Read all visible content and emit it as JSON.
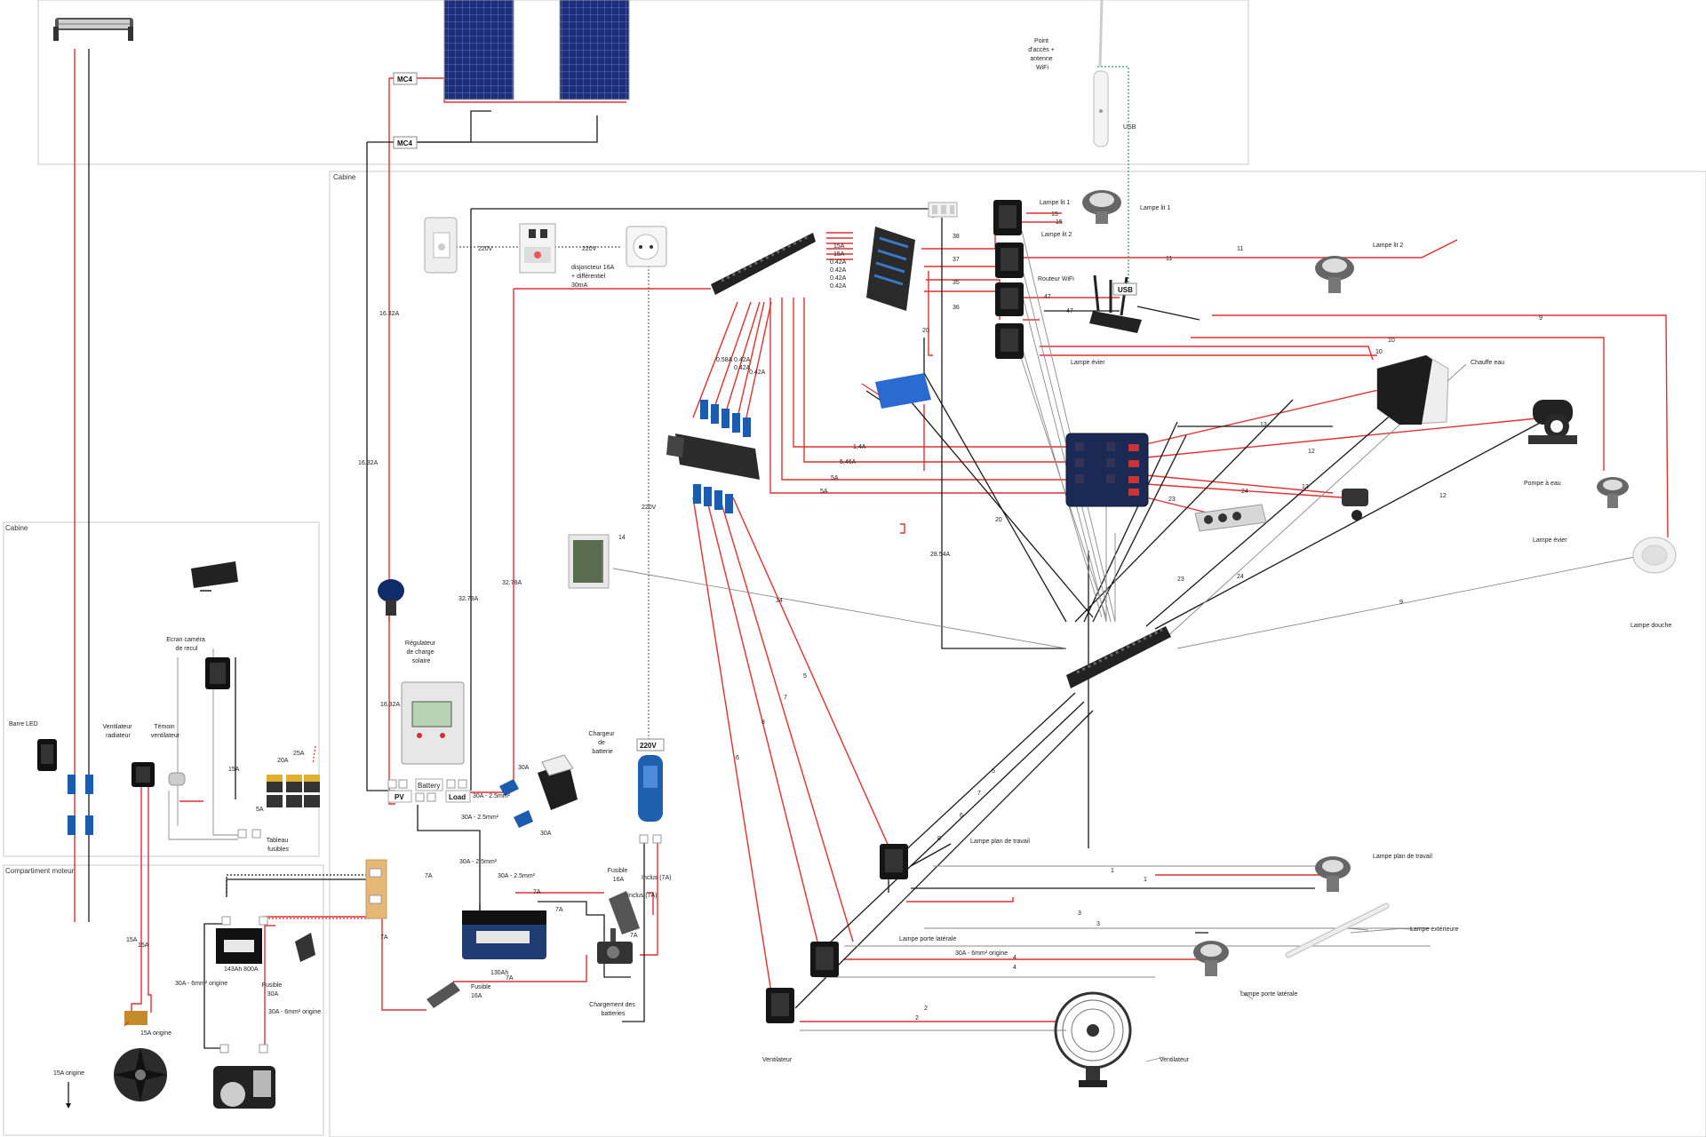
{
  "zones": {
    "cabine_main": "Cabine",
    "cabine_left": "Cabine",
    "engine": "Compartiment moteur"
  },
  "tags": {
    "mc4_top": "MC4",
    "mc4_bottom": "MC4",
    "usb": "USB",
    "usb_link": "USB",
    "v220_charger": "220V",
    "pv": "PV",
    "battery": "Battery",
    "load": "Load"
  },
  "labels": {
    "wifi_ap": [
      "Point",
      "d'accès +",
      "antenne",
      "WiFi"
    ],
    "breaker": [
      "disjoncteur 16A",
      "+ différentiel",
      "30mA"
    ],
    "v220_a": "220V",
    "v220_b": "220V",
    "regulator": [
      "Régulateur",
      "de charge",
      "solaire"
    ],
    "charger": [
      "Chargeur",
      "de",
      "batterie"
    ],
    "lampe_lit1": "Lampe lit 1",
    "lampe_lit1_b": "Lampe lit 1",
    "lampe_lit2": "Lampe lit 2",
    "lampe_lit2_b": "Lampe lit 2",
    "routeur": "Routeur WiFi",
    "lampe_evier": "Lampe évier",
    "lampe_evier_b": "Lampe évier",
    "chauffe_eau": "Chauffe eau",
    "pompe": "Pompe à eau",
    "lampe_douche": "Lampe douche",
    "lampe_plan1": "Lampe plan de travail",
    "lampe_plan2": "Lampe plan de travail",
    "lampe_ext": "Lampe extérieure",
    "lampe_porte1": "Lampe porte latérale",
    "lampe_porte2": "Lampe porte latérale",
    "ventilateur1": "Ventilateur",
    "ventilateur2": "Ventilateur",
    "barre_led": "Barre LED",
    "ecran": [
      "Ecran caméra",
      "de recul"
    ],
    "vent_rad": [
      "Ventilateur",
      "radiateur"
    ],
    "temoin": [
      "Témoin",
      "ventilateur"
    ],
    "tableau": [
      "Tableau",
      "fusibles"
    ],
    "battery_143": "143Ah 800A",
    "battery_130": "130Ah",
    "fusible_30a": [
      "Fusible",
      "30A"
    ],
    "fusible_16a_a": [
      "Fusible",
      "16A"
    ],
    "fusible_16a_b": [
      "Fusible",
      "16A"
    ],
    "chargement": [
      "Chargement des",
      "batteries"
    ],
    "cable_30a_6mm_a": "30A - 6mm² origine",
    "cable_30a_6mm_b": "30A - 6mm² origine",
    "cable_15a_origine_a": "15A origine",
    "cable_15a_origine_b": "15A origine"
  },
  "currents": {
    "c1632a": "16.32A",
    "c1632b": "16.32A",
    "c1632c": "16.32A",
    "c3278a": "32.78A",
    "c3278b": "32.78A",
    "c30a_25": "30A - 2.5mm²",
    "c30a_25b": "30A - 2.5mm²",
    "c30a_25c": "30A - 2.5mm²",
    "c30a_25d": "30A - 2.5mm²",
    "c30a": "30A",
    "c30a_b": "30A",
    "c7a_1": "7A",
    "c7a_2": "7A",
    "c7a_3": "7A",
    "c7a_4": "7A",
    "c7a_5": "7A",
    "c7a_6": "7A",
    "inclus1": "Inclus (7A)",
    "inclus2": "Inclus (7A)",
    "c2854": "28.54A",
    "c15a": "15A",
    "c15a_b": "15A",
    "c15a_c": "15A",
    "c20a": "20A",
    "c25a": "25A",
    "c5a": "5A",
    "c14a": "1,4A",
    "c546": "5,46A",
    "c5a_1": "5A",
    "c5a_2": "5A",
    "c058": "0.58A",
    "c042a": "0.42A",
    "c042b": "0.42A",
    "c042c": "0.42A",
    "c220v": "220V",
    "fb": [
      "15A",
      "15A",
      "0.42A",
      "0.42A",
      "0.42A",
      "0.42A"
    ]
  },
  "wires": {
    "w38": "38",
    "w37": "37",
    "w35": "35",
    "w36": "36",
    "w20a": "20",
    "w20b": "20",
    "w15a": "15",
    "w15b": "15",
    "w47a": "47",
    "w47b": "47",
    "w11a": "11",
    "w11b": "11",
    "w9a": "9",
    "w9b": "9",
    "w10a": "10",
    "w10b": "10",
    "w13a": "13",
    "w13b": "13",
    "w12a": "12",
    "w12b": "12",
    "w24a": "24",
    "w24b": "24",
    "w23a": "23",
    "w23b": "23",
    "w14a": "14",
    "w14b": "14",
    "w5a": "5",
    "w5b": "5",
    "w7a": "7",
    "w7b": "7",
    "w8a": "8",
    "w8b": "8",
    "w6a": "6",
    "w6b": "6",
    "w1a": "1",
    "w1b": "1",
    "w3a": "3",
    "w3b": "3",
    "w4a": "4",
    "w4b": "4",
    "w2a": "2",
    "w2b": "2"
  },
  "colors": {
    "red": "#e03030",
    "black": "#1a1a1a",
    "pink": "#f08a8a",
    "grey": "#999999",
    "green": "#2e9d5a",
    "panel": "#1b2a55"
  }
}
